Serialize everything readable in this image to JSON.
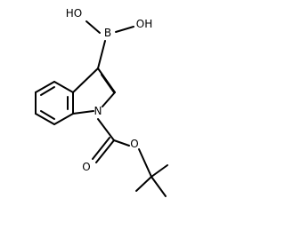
{
  "molecule": {
    "atoms": {
      "boron": "B",
      "hydroxyl_left": "HO",
      "hydroxyl_right": "OH",
      "indole_nitrogen": "N",
      "carbonyl_oxygen": "O",
      "ester_oxygen": "O"
    }
  },
  "colors": {
    "bond": "#000000",
    "label": "#000000",
    "background": "#ffffff"
  }
}
